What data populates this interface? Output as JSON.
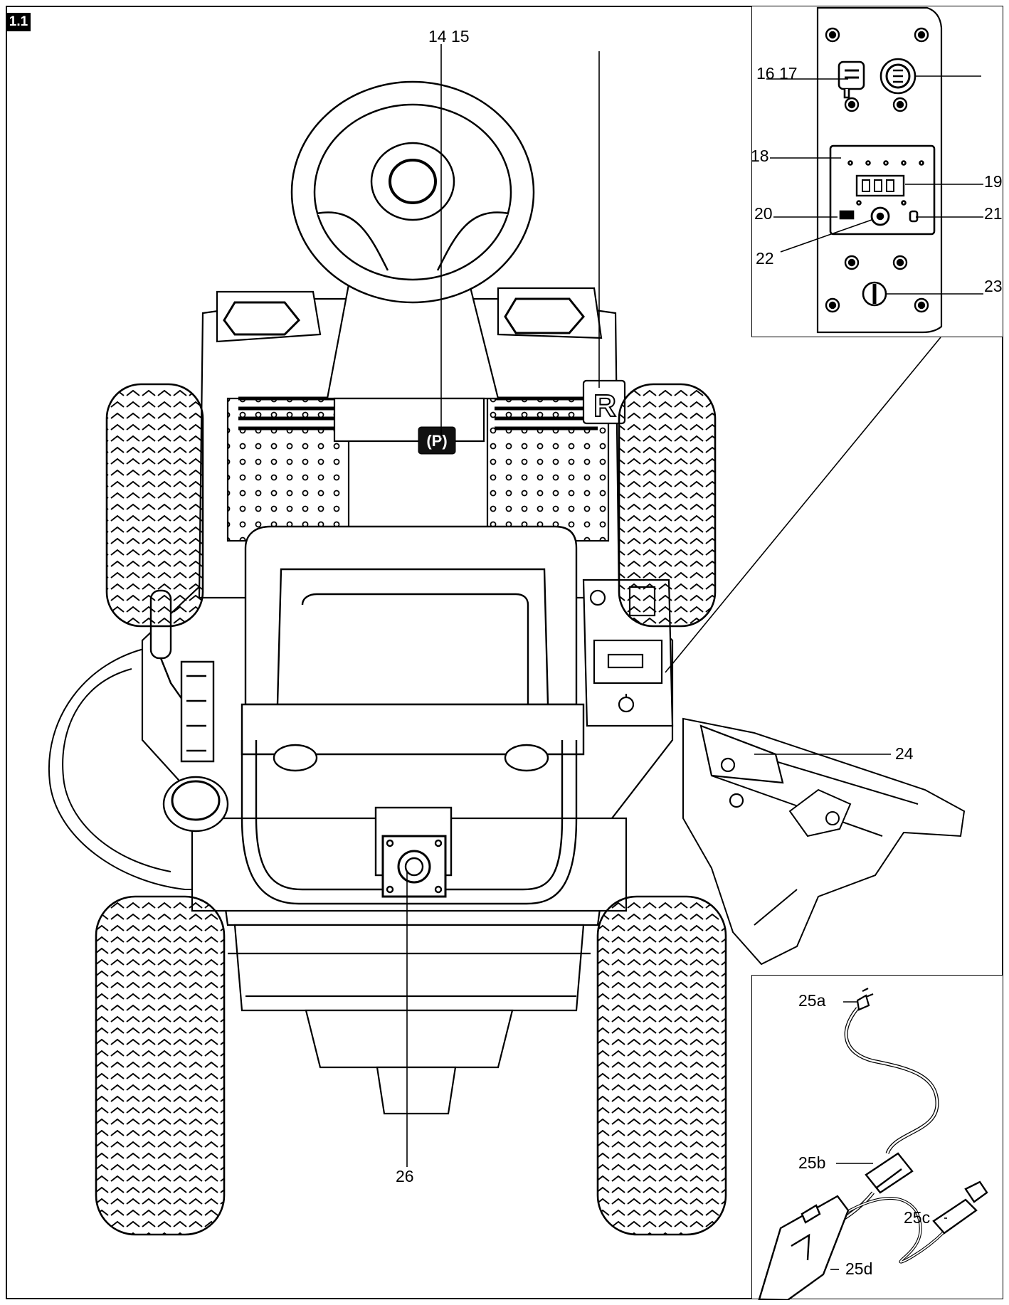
{
  "figure": {
    "label": "1.1"
  },
  "callouts": [
    {
      "id": "c14-15",
      "text": "14 15"
    },
    {
      "id": "c16-17",
      "text": "16 17"
    },
    {
      "id": "c18",
      "text": "18"
    },
    {
      "id": "c19",
      "text": "19"
    },
    {
      "id": "c20",
      "text": "20"
    },
    {
      "id": "c21",
      "text": "21"
    },
    {
      "id": "c22",
      "text": "22"
    },
    {
      "id": "c23",
      "text": "23"
    },
    {
      "id": "c24",
      "text": "24"
    },
    {
      "id": "c25a",
      "text": "25a"
    },
    {
      "id": "c25b",
      "text": "25b"
    },
    {
      "id": "c25c",
      "text": "25c"
    },
    {
      "id": "c25d",
      "text": "25d"
    },
    {
      "id": "c26",
      "text": "26"
    }
  ],
  "markings": {
    "park_label": "(P)",
    "reverse_pedal_label": "R"
  }
}
